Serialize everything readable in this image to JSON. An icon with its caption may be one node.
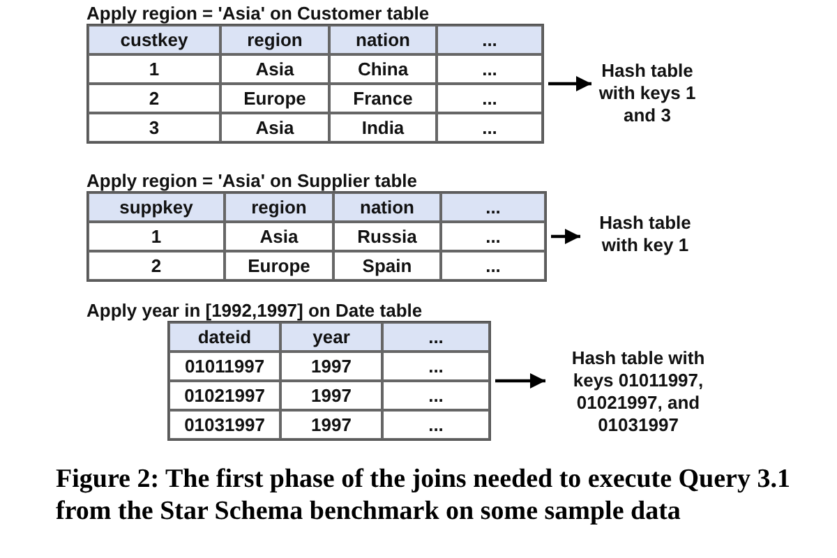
{
  "diagram": {
    "caption": "Figure 2: The first phase of the joins needed to execute Query 3.1 from the Star Schema benchmark on some sample data",
    "nodes": [
      {
        "text": [
          "Apply region = 'Asia' on Customer table",
          "custkey",
          "region",
          "nation",
          "...",
          "1",
          "Asia",
          "China",
          "...",
          "2",
          "Europe",
          "France",
          "...",
          "3",
          "Asia",
          "India",
          "..."
        ]
      },
      {
        "text": [
          "Hash table with keys 1 and 3"
        ]
      },
      {
        "text": [
          "Apply region = 'Asia' on Supplier table",
          "suppkey",
          "region",
          "nation",
          "...",
          "1",
          "Asia",
          "Russia",
          "...",
          "2",
          "Europe",
          "Spain",
          "..."
        ]
      },
      {
        "text": [
          "Hash table with key 1"
        ]
      },
      {
        "text": [
          "Apply year in [1992,1997] on Date table",
          "dateid",
          "year",
          "...",
          "01011997",
          "1997",
          "...",
          "01021997",
          "1997",
          "...",
          "01031997",
          "1997",
          "..."
        ]
      },
      {
        "text": [
          "Hash table with keys 01011997, 01021997, and 01031997"
        ]
      }
    ],
    "edges": [
      {
        "from": 0,
        "to": 1,
        "arrow": "to"
      },
      {
        "from": 2,
        "to": 3,
        "arrow": "to"
      },
      {
        "from": 4,
        "to": 5,
        "arrow": "to"
      }
    ]
  }
}
